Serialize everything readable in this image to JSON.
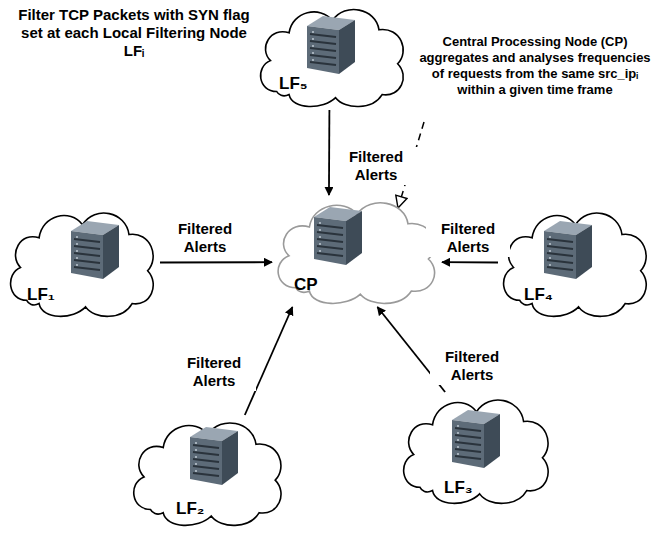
{
  "diagram": {
    "nodes": [
      {
        "text": [
          "LF₅"
        ]
      },
      {
        "text": [
          "LF₁"
        ]
      },
      {
        "text": [
          "CP"
        ]
      },
      {
        "text": [
          "LF₄"
        ]
      },
      {
        "text": [
          "LF₂"
        ]
      },
      {
        "text": [
          "LF₃"
        ]
      }
    ],
    "edges": [
      {
        "from": 0,
        "to": 2,
        "label": "Filtered Alerts",
        "arrow": "to"
      },
      {
        "from": 1,
        "to": 2,
        "label": "Filtered Alerts",
        "arrow": "to"
      },
      {
        "from": 3,
        "to": 2,
        "label": "Filtered Alerts",
        "arrow": "to"
      },
      {
        "from": 4,
        "to": 2,
        "label": "Filtered Alerts",
        "arrow": "to"
      },
      {
        "from": 5,
        "to": 2,
        "label": "Filtered Alerts",
        "arrow": "to"
      }
    ],
    "labels": [
      "Filter TCP Packets with SYN flag set at each Local Filtering Node LFᵢ",
      "Central Processing Node (CP) aggregates and analyses frequencies of requests from the same src_ipᵢ within a given time frame"
    ]
  }
}
